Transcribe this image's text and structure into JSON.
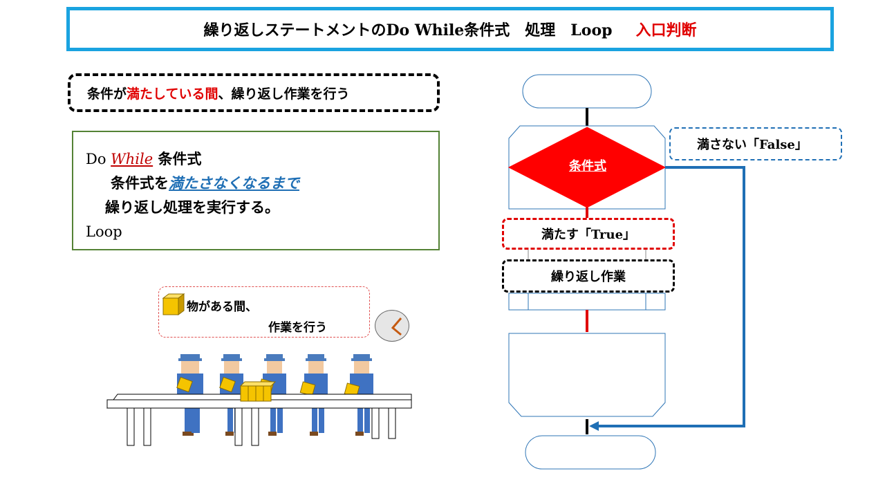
{
  "title": {
    "main": "繰り返しステートメントのDo While条件式　処理　Loop",
    "highlight": "入口判断"
  },
  "condition_note": {
    "prefix": "条件が",
    "highlight": "満たしている間",
    "suffix": "、繰り返し作業を行う"
  },
  "code": {
    "line1_keyword": "Do ",
    "line1_while": "While",
    "line1_rest": " 条件式",
    "line2_prefix": "条件式を",
    "line2_highlight": "満たさなくなるまで",
    "line3": "繰り返し処理を実行する。",
    "line4": "Loop"
  },
  "bubble": {
    "line1": "物がある間、",
    "line2": "作業を行う"
  },
  "flowchart": {
    "decision": "条件式",
    "false_label": "満さない「False」",
    "true_label": "満たす「True」",
    "process": "繰り返し作業"
  },
  "colors": {
    "accent_blue": "#1aa3e0",
    "flow_blue": "#1f6fb5",
    "red": "#e00000",
    "green_border": "#548235"
  }
}
